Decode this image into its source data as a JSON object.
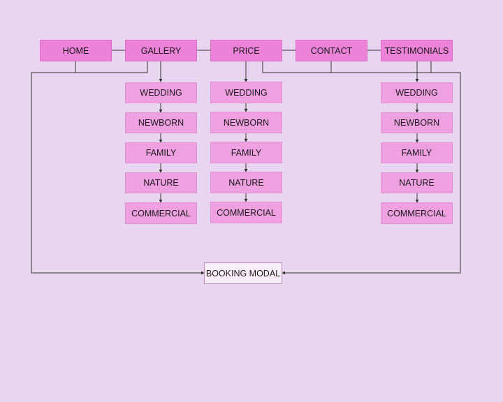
{
  "nav": {
    "home": "HOME",
    "gallery": "GALLERY",
    "price": "PRICE",
    "contact": "CONTACT",
    "testimonials": "TESTIMONIALS"
  },
  "gallery_items": [
    "WEDDING",
    "NEWBORN",
    "FAMILY",
    "NATURE",
    "COMMERCIAL"
  ],
  "price_items": [
    "WEDDING",
    "NEWBORN",
    "FAMILY",
    "NATURE",
    "COMMERCIAL"
  ],
  "testimonial_items": [
    "WEDDING",
    "NEWBORN",
    "FAMILY",
    "NATURE",
    "COMMERCIAL"
  ],
  "booking_modal": "BOOKING MODAL",
  "colors": {
    "background": "#e8d5ef",
    "nav_fill": "#ec83d8",
    "sub_fill": "#efa0e1",
    "modal_fill": "#fbeefb",
    "line": "#333333"
  }
}
